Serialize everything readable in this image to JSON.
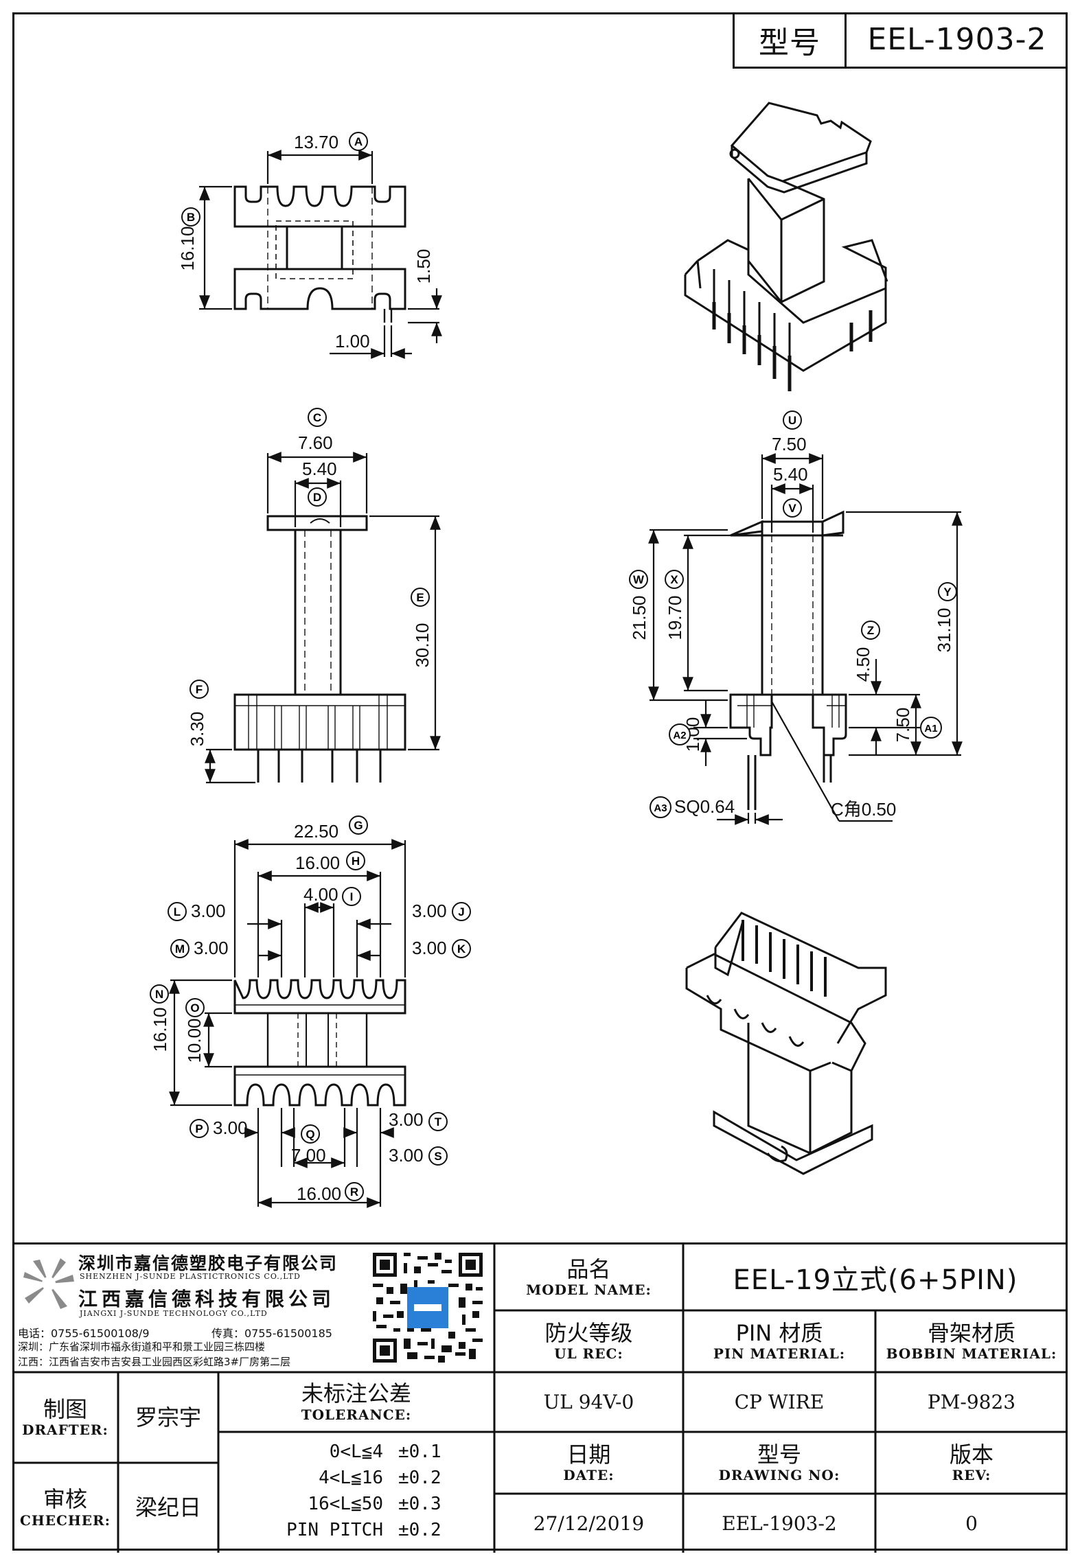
{
  "header": {
    "model_label": "型号",
    "model_value": "EEL-1903-2"
  },
  "dimensions": {
    "top_view": {
      "width": {
        "value": "13.70",
        "tag": "A"
      },
      "height": {
        "value": "16.10",
        "tag": "B"
      },
      "slot": "1.50",
      "pin_offset": "1.00"
    },
    "front_view": {
      "flange_width": {
        "value": "7.60",
        "tag": "C"
      },
      "core_width": {
        "value": "5.40",
        "tag": "D"
      },
      "total_height": {
        "value": "30.10",
        "tag": "E"
      },
      "pin_length": {
        "value": "3.30",
        "tag": "F"
      }
    },
    "side_view": {
      "flange_width": {
        "value": "7.50",
        "tag": "U"
      },
      "core_width": {
        "value": "5.40",
        "tag": "V"
      },
      "h_w": {
        "value": "21.50",
        "tag": "W"
      },
      "h_x": {
        "value": "19.70",
        "tag": "X"
      },
      "h_y": {
        "value": "31.10",
        "tag": "Y"
      },
      "h_z": {
        "value": "4.50",
        "tag": "Z"
      },
      "a1": {
        "value": "7.50",
        "tag": "A1"
      },
      "a2": {
        "value": "1.00",
        "tag": "A2"
      },
      "a3_tag": "A3",
      "a3_label": "SQ0.64",
      "chamfer": "C角0.50"
    },
    "bottom_view": {
      "g": {
        "value": "22.50",
        "tag": "G"
      },
      "h": {
        "value": "16.00",
        "tag": "H"
      },
      "i": {
        "value": "4.00",
        "tag": "I"
      },
      "l": {
        "value": "3.00",
        "tag": "L"
      },
      "j": {
        "value": "3.00",
        "tag": "J"
      },
      "m": {
        "value": "3.00",
        "tag": "M"
      },
      "k": {
        "value": "3.00",
        "tag": "K"
      },
      "n": {
        "value": "16.10",
        "tag": "N"
      },
      "o": {
        "value": "10.00",
        "tag": "O"
      },
      "p": {
        "value": "3.00",
        "tag": "P"
      },
      "q": {
        "value": "7.00",
        "tag": "Q"
      },
      "t": {
        "value": "3.00",
        "tag": "T"
      },
      "s": {
        "value": "3.00",
        "tag": "S"
      },
      "r": {
        "value": "16.00",
        "tag": "R"
      }
    }
  },
  "company": {
    "name_sz": "深圳市嘉信德塑胶电子有限公司",
    "name_sz_en": "SHENZHEN J-SUNDE PLASTICTRONICS CO.,LTD",
    "name_jx": "江西嘉信德科技有限公司",
    "name_jx_en": "JIANGXI J-SUNDE TECHNOLOGY CO.,LTD",
    "tel": "电话：0755-61500108/9",
    "fax": "传真：0755-61500185",
    "addr_sz": "深圳：广东省深圳市福永街道和平和景工业园三栋四楼",
    "addr_jx": "江西：江西省吉安市吉安县工业园西区彩虹路3#厂房第二层"
  },
  "title_block": {
    "model_name_zh": "品名",
    "model_name_en": "MODEL NAME:",
    "model_name_value": "EEL-19立式(6+5PIN)",
    "ul_zh": "防火等级",
    "ul_en": "UL REC:",
    "pin_zh": "PIN 材质",
    "pin_en": "PIN MATERIAL:",
    "bobbin_zh": "骨架材质",
    "bobbin_en": "BOBBIN MATERIAL:",
    "ul_value": "UL 94V-0",
    "pin_value": "CP WIRE",
    "bobbin_value": "PM-9823",
    "date_zh": "日期",
    "date_en": "DATE:",
    "dwg_zh": "型号",
    "dwg_en": "DRAWING NO:",
    "rev_zh": "版本",
    "rev_en": "REV:",
    "date_value": "27/12/2019",
    "dwg_value": "EEL-1903-2",
    "rev_value": "0",
    "drafter_zh": "制图",
    "drafter_en": "DRAFTER:",
    "drafter_name": "罗宗宇",
    "checker_zh": "审核",
    "checker_en": "CHECHER:",
    "checker_name": "梁纪日",
    "tolerance_zh": "未标注公差",
    "tolerance_en": "TOLERANCE:",
    "tolerances": [
      {
        "range": "0<L≦4",
        "value": "±0.1"
      },
      {
        "range": "4<L≦16",
        "value": "±0.2"
      },
      {
        "range": "16<L≦50",
        "value": "±0.3"
      },
      {
        "range": "PIN PITCH",
        "value": "±0.2"
      }
    ]
  },
  "colors": {
    "line": "#111111",
    "qr_center": "#2a7fd6",
    "logo": "#8a8a8a"
  }
}
